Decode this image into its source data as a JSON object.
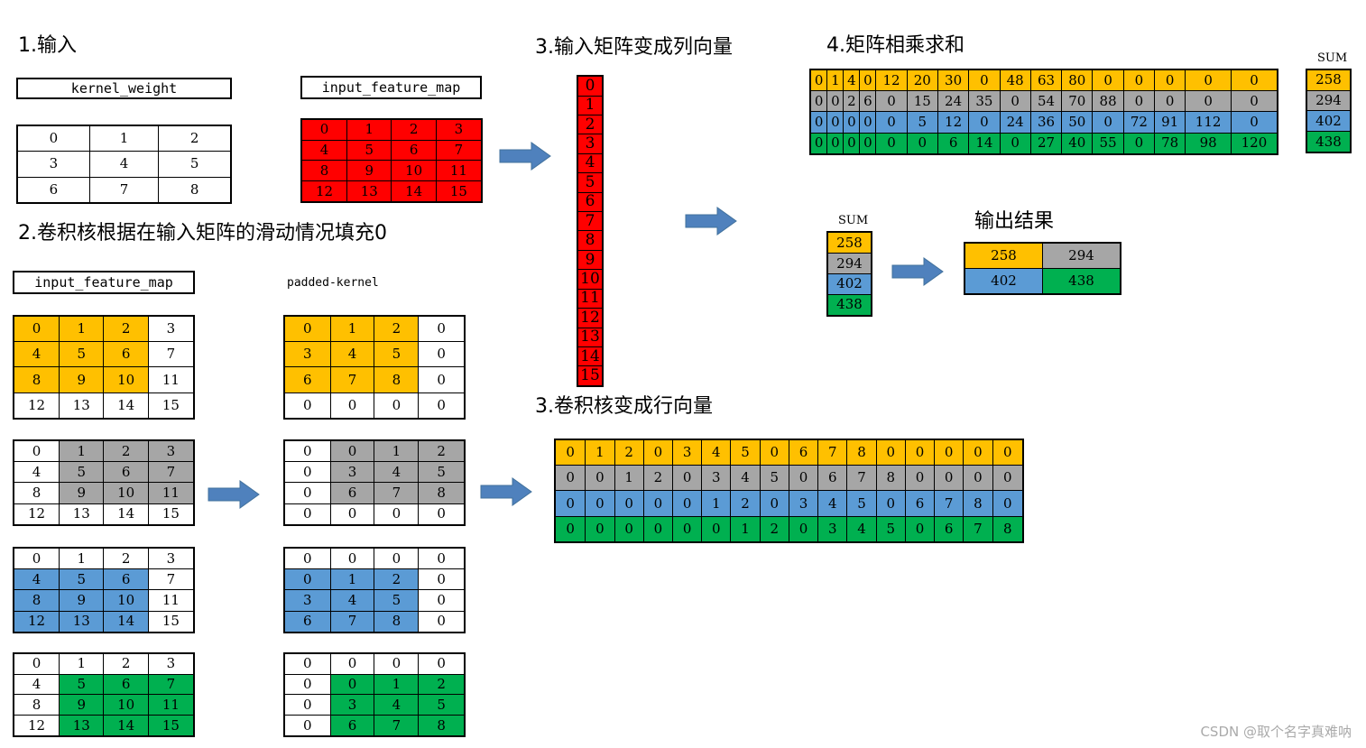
{
  "headings": {
    "step1": "1.输入",
    "step2": "2.卷积核根据在输入矩阵的滑动情况填充0",
    "step3a": "3.输入矩阵变成列向量",
    "step3b": "3.卷积核变成行向量",
    "step4": "4.矩阵相乘求和",
    "output": "输出结果"
  },
  "labels": {
    "kernel_weight": "kernel_weight",
    "input_feature_map": "input_feature_map",
    "input_feature_map_2": "input_feature_map",
    "padded_kernel": "padded-kernel",
    "sum_top": "SUM",
    "sum_mid": "SUM"
  },
  "kernel_weight": [
    [
      "0",
      "1",
      "2"
    ],
    [
      "3",
      "4",
      "5"
    ],
    [
      "6",
      "7",
      "8"
    ]
  ],
  "input_feature_map": [
    [
      "0",
      "1",
      "2",
      "3"
    ],
    [
      "4",
      "5",
      "6",
      "7"
    ],
    [
      "8",
      "9",
      "10",
      "11"
    ],
    [
      "12",
      "13",
      "14",
      "15"
    ]
  ],
  "input_windows": [
    {
      "color": "yellow",
      "cells": [
        [
          "0",
          "1",
          "2",
          "3"
        ],
        [
          "4",
          "5",
          "6",
          "7"
        ],
        [
          "8",
          "9",
          "10",
          "11"
        ],
        [
          "12",
          "13",
          "14",
          "15"
        ]
      ],
      "mask": [
        [
          1,
          1,
          1,
          0
        ],
        [
          1,
          1,
          1,
          0
        ],
        [
          1,
          1,
          1,
          0
        ],
        [
          0,
          0,
          0,
          0
        ]
      ]
    },
    {
      "color": "gray",
      "cells": [
        [
          "0",
          "1",
          "2",
          "3"
        ],
        [
          "4",
          "5",
          "6",
          "7"
        ],
        [
          "8",
          "9",
          "10",
          "11"
        ],
        [
          "12",
          "13",
          "14",
          "15"
        ]
      ],
      "mask": [
        [
          0,
          1,
          1,
          1
        ],
        [
          0,
          1,
          1,
          1
        ],
        [
          0,
          1,
          1,
          1
        ],
        [
          0,
          0,
          0,
          0
        ]
      ]
    },
    {
      "color": "blue",
      "cells": [
        [
          "0",
          "1",
          "2",
          "3"
        ],
        [
          "4",
          "5",
          "6",
          "7"
        ],
        [
          "8",
          "9",
          "10",
          "11"
        ],
        [
          "12",
          "13",
          "14",
          "15"
        ]
      ],
      "mask": [
        [
          0,
          0,
          0,
          0
        ],
        [
          1,
          1,
          1,
          0
        ],
        [
          1,
          1,
          1,
          0
        ],
        [
          1,
          1,
          1,
          0
        ]
      ]
    },
    {
      "color": "green",
      "cells": [
        [
          "0",
          "1",
          "2",
          "3"
        ],
        [
          "4",
          "5",
          "6",
          "7"
        ],
        [
          "8",
          "9",
          "10",
          "11"
        ],
        [
          "12",
          "13",
          "14",
          "15"
        ]
      ],
      "mask": [
        [
          0,
          0,
          0,
          0
        ],
        [
          0,
          1,
          1,
          1
        ],
        [
          0,
          1,
          1,
          1
        ],
        [
          0,
          1,
          1,
          1
        ]
      ]
    }
  ],
  "padded_kernels": [
    {
      "color": "yellow",
      "cells": [
        [
          "0",
          "1",
          "2",
          "0"
        ],
        [
          "3",
          "4",
          "5",
          "0"
        ],
        [
          "6",
          "7",
          "8",
          "0"
        ],
        [
          "0",
          "0",
          "0",
          "0"
        ]
      ],
      "mask": [
        [
          1,
          1,
          1,
          0
        ],
        [
          1,
          1,
          1,
          0
        ],
        [
          1,
          1,
          1,
          0
        ],
        [
          0,
          0,
          0,
          0
        ]
      ]
    },
    {
      "color": "gray",
      "cells": [
        [
          "0",
          "0",
          "1",
          "2"
        ],
        [
          "0",
          "3",
          "4",
          "5"
        ],
        [
          "0",
          "6",
          "7",
          "8"
        ],
        [
          "0",
          "0",
          "0",
          "0"
        ]
      ],
      "mask": [
        [
          0,
          1,
          1,
          1
        ],
        [
          0,
          1,
          1,
          1
        ],
        [
          0,
          1,
          1,
          1
        ],
        [
          0,
          0,
          0,
          0
        ]
      ]
    },
    {
      "color": "blue",
      "cells": [
        [
          "0",
          "0",
          "0",
          "0"
        ],
        [
          "0",
          "1",
          "2",
          "0"
        ],
        [
          "3",
          "4",
          "5",
          "0"
        ],
        [
          "6",
          "7",
          "8",
          "0"
        ]
      ],
      "mask": [
        [
          0,
          0,
          0,
          0
        ],
        [
          1,
          1,
          1,
          0
        ],
        [
          1,
          1,
          1,
          0
        ],
        [
          1,
          1,
          1,
          0
        ]
      ]
    },
    {
      "color": "green",
      "cells": [
        [
          "0",
          "0",
          "0",
          "0"
        ],
        [
          "0",
          "0",
          "1",
          "2"
        ],
        [
          "0",
          "3",
          "4",
          "5"
        ],
        [
          "0",
          "6",
          "7",
          "8"
        ]
      ],
      "mask": [
        [
          0,
          0,
          0,
          0
        ],
        [
          0,
          1,
          1,
          1
        ],
        [
          0,
          1,
          1,
          1
        ],
        [
          0,
          1,
          1,
          1
        ]
      ]
    }
  ],
  "column_vector": [
    "0",
    "1",
    "2",
    "3",
    "4",
    "5",
    "6",
    "7",
    "8",
    "9",
    "10",
    "11",
    "12",
    "13",
    "14",
    "15"
  ],
  "row_vectors": [
    {
      "color": "yellow",
      "values": [
        "0",
        "1",
        "2",
        "0",
        "3",
        "4",
        "5",
        "0",
        "6",
        "7",
        "8",
        "0",
        "0",
        "0",
        "0",
        "0"
      ]
    },
    {
      "color": "gray",
      "values": [
        "0",
        "0",
        "1",
        "2",
        "0",
        "3",
        "4",
        "5",
        "0",
        "6",
        "7",
        "8",
        "0",
        "0",
        "0",
        "0"
      ]
    },
    {
      "color": "blue",
      "values": [
        "0",
        "0",
        "0",
        "0",
        "0",
        "1",
        "2",
        "0",
        "3",
        "4",
        "5",
        "0",
        "6",
        "7",
        "8",
        "0"
      ]
    },
    {
      "color": "green",
      "values": [
        "0",
        "0",
        "0",
        "0",
        "0",
        "0",
        "1",
        "2",
        "0",
        "3",
        "4",
        "5",
        "0",
        "6",
        "7",
        "8"
      ]
    }
  ],
  "products": [
    {
      "color": "yellow",
      "values": [
        "0",
        "1",
        "4",
        "0",
        "12",
        "20",
        "30",
        "0",
        "48",
        "63",
        "80",
        "0",
        "0",
        "0",
        "0",
        "0"
      ]
    },
    {
      "color": "gray",
      "values": [
        "0",
        "0",
        "2",
        "6",
        "0",
        "15",
        "24",
        "35",
        "0",
        "54",
        "70",
        "88",
        "0",
        "0",
        "0",
        "0"
      ]
    },
    {
      "color": "blue",
      "values": [
        "0",
        "0",
        "0",
        "0",
        "0",
        "5",
        "12",
        "0",
        "24",
        "36",
        "50",
        "0",
        "72",
        "91",
        "112",
        "0"
      ]
    },
    {
      "color": "green",
      "values": [
        "0",
        "0",
        "0",
        "0",
        "0",
        "0",
        "6",
        "14",
        "0",
        "27",
        "40",
        "55",
        "0",
        "78",
        "98",
        "120"
      ]
    }
  ],
  "sums": [
    {
      "color": "yellow",
      "value": "258"
    },
    {
      "color": "gray",
      "value": "294"
    },
    {
      "color": "blue",
      "value": "402"
    },
    {
      "color": "green",
      "value": "438"
    }
  ],
  "output": [
    [
      {
        "color": "yellow",
        "value": "258"
      },
      {
        "color": "gray",
        "value": "294"
      }
    ],
    [
      {
        "color": "blue",
        "value": "402"
      },
      {
        "color": "green",
        "value": "438"
      }
    ]
  ],
  "colors": {
    "yellow": "#ffc000",
    "gray": "#a6a6a6",
    "blue": "#5b9bd5",
    "green": "#00b050",
    "red": "#ff0000",
    "arrow": "#4f81bd"
  },
  "watermark": "CSDN @取个名字真难呐"
}
